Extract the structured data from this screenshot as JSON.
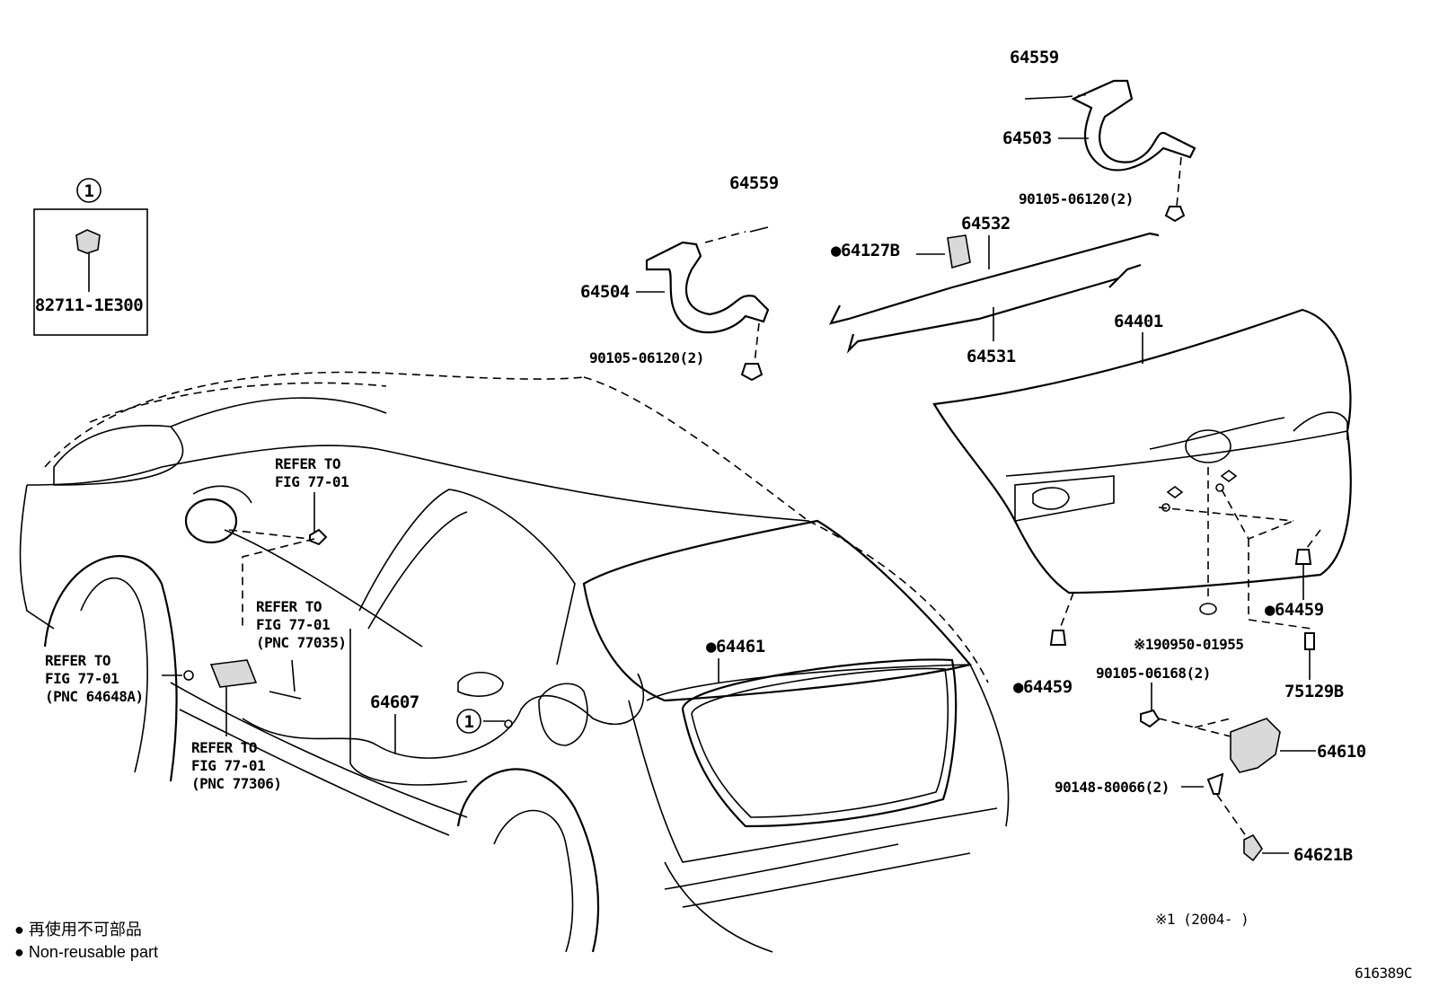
{
  "callouts": {
    "circle_1": "1",
    "p82711": "82711-1E300",
    "p64559_a": "64559",
    "p64503": "64503",
    "p90105_a": "90105-06120(2)",
    "p64559_b": "64559",
    "p64504": "64504",
    "p90105_b": "90105-06120(2)",
    "p64127b": "●64127B",
    "p64532": "64532",
    "p64531": "64531",
    "p64401": "64401",
    "p64459_a": "●64459",
    "p64459_b": "●64459",
    "p190950": "※190950-01955",
    "p75129b": "75129B",
    "p90105_c": "90105-06168(2)",
    "p64610": "64610",
    "p90148": "90148-80066(2)",
    "p64621b": "64621B",
    "p64461": "●64461",
    "p64607": "64607",
    "circle_1b": "1"
  },
  "refs": {
    "ref_top": [
      "REFER TO",
      "FIG 77-01"
    ],
    "ref_mid": [
      "REFER TO",
      "FIG 77-01",
      "(PNC 77035)"
    ],
    "ref_left": [
      "REFER TO",
      "FIG 77-01",
      "(PNC 64648A)"
    ],
    "ref_bottom": [
      "REFER TO",
      "FIG 77-01",
      "(PNC 77306)"
    ]
  },
  "legend": {
    "jp": "● 再使用不可部品",
    "en": "● Non-reusable part"
  },
  "footnote": "※1 (2004-      )",
  "figure_id": "616389C"
}
